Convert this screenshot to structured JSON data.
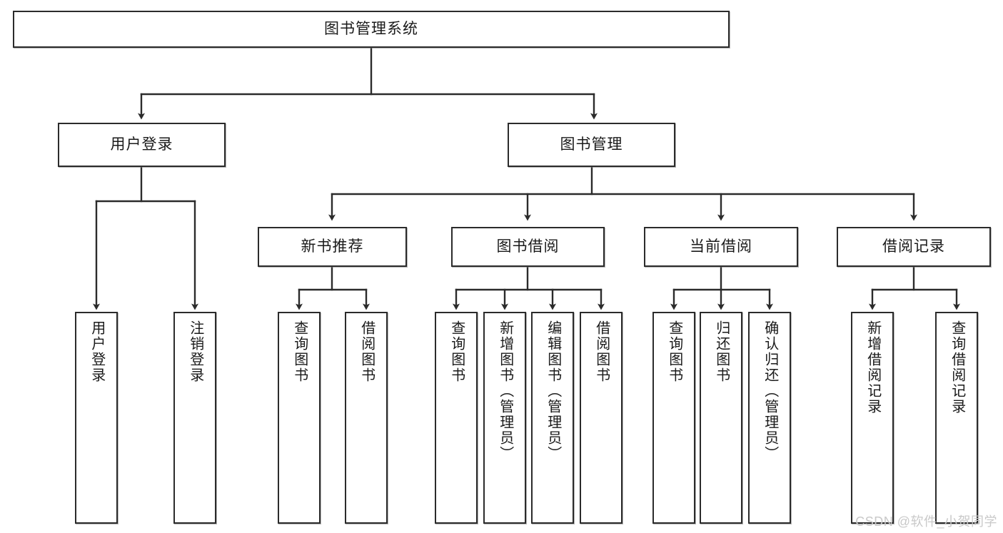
{
  "diagram": {
    "title": "图书管理系统",
    "type": "tree-structure-chart",
    "watermark": "CSDN @软件_小贺同学",
    "colors": {
      "box_border": "#2b2b2b",
      "box_fill": "#ffffff",
      "line": "#2b2b2b",
      "text": "#1a1a1a",
      "watermark": "#c9c9c9"
    },
    "nodes": {
      "root": {
        "label": "图书管理系统"
      },
      "level2": [
        {
          "label": "用户登录"
        },
        {
          "label": "图书管理"
        }
      ],
      "level3": [
        {
          "label": "新书推荐"
        },
        {
          "label": "图书借阅"
        },
        {
          "label": "当前借阅"
        },
        {
          "label": "借阅记录"
        }
      ],
      "leaves": {
        "user_login": [
          {
            "label": "用户登录"
          },
          {
            "label": "注销登录"
          }
        ],
        "new_book_recommend": [
          {
            "label": "查询图书"
          },
          {
            "label": "借阅图书"
          }
        ],
        "book_borrow": [
          {
            "label": "查询图书"
          },
          {
            "label": "新增图书（管理员）"
          },
          {
            "label": "编辑图书（管理员）"
          },
          {
            "label": "借阅图书"
          }
        ],
        "current_borrow": [
          {
            "label": "查询图书"
          },
          {
            "label": "归还图书"
          },
          {
            "label": "确认归还（管理员）"
          }
        ],
        "borrow_record": [
          {
            "label": "新增借阅记录"
          },
          {
            "label": "查询借阅记录"
          }
        ]
      }
    }
  }
}
